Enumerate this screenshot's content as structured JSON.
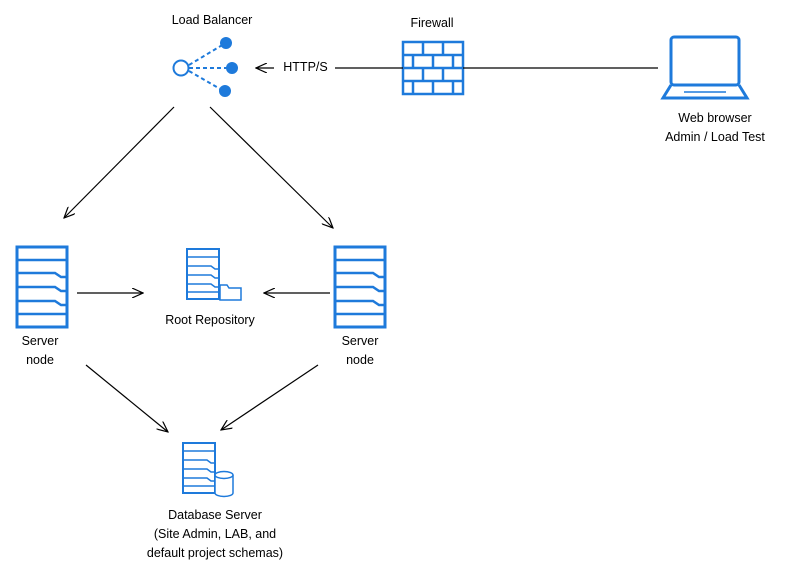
{
  "colors": {
    "accent": "#1E7ADB",
    "stroke": "#000000",
    "background": "#ffffff"
  },
  "nodes": {
    "load_balancer": {
      "label": "Load Balancer",
      "icon": "load-balancer-icon"
    },
    "firewall": {
      "label": "Firewall",
      "icon": "brick-wall-icon"
    },
    "web_browser": {
      "label_line1": "Web browser",
      "label_line2": "Admin / Load Test",
      "icon": "laptop-icon"
    },
    "server_left": {
      "label_line1": "Server",
      "label_line2": "node",
      "icon": "server-rack-icon"
    },
    "server_right": {
      "label_line1": "Server",
      "label_line2": "node",
      "icon": "server-rack-icon"
    },
    "root_repository": {
      "label": "Root Repository",
      "icon": "server-folder-icon"
    },
    "database_server": {
      "label_line1": "Database Server",
      "label_line2": "(Site Admin, LAB, and",
      "label_line3": "default project schemas)",
      "icon": "server-database-icon"
    }
  },
  "edges": {
    "http_label": "HTTP/S"
  }
}
